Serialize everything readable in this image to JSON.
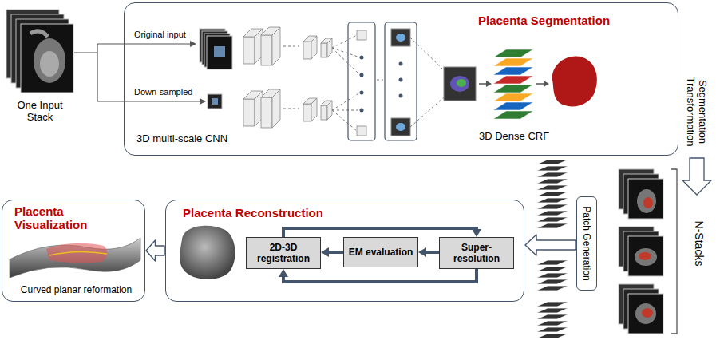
{
  "diagram": {
    "nodes": [
      {
        "text": [
          "Placenta Segmentation",
          "3D multi-scale CNN"
        ]
      },
      {
        "text": [
          "Patch Generation"
        ]
      },
      {
        "text": [
          "Placenta Reconstruction"
        ]
      },
      {
        "text": [
          "2D-3D registration"
        ],
        "in": 2
      },
      {
        "text": [
          "EM evaluation"
        ],
        "in": 2
      },
      {
        "text": [
          "Super-resolution"
        ],
        "in": 2
      },
      {
        "text": [
          "Placenta Visualization",
          "Curved planar reformation"
        ]
      }
    ],
    "edges": [
      {
        "from": 1,
        "to": 2,
        "arrow": "to"
      },
      {
        "from": 2,
        "to": 6,
        "arrow": "to"
      },
      {
        "from": 5,
        "to": 4,
        "arrow": "to"
      },
      {
        "from": 4,
        "to": 3,
        "arrow": "to"
      },
      {
        "from": 3,
        "to": 5,
        "arrow": "to"
      },
      {
        "from": 5,
        "to": 3,
        "arrow": "to"
      }
    ],
    "labels": [
      "One Input Stack",
      "Original input",
      "Down-sampled",
      "3D Dense CRF",
      "Segmentation Transformation",
      "N-Stacks"
    ]
  }
}
